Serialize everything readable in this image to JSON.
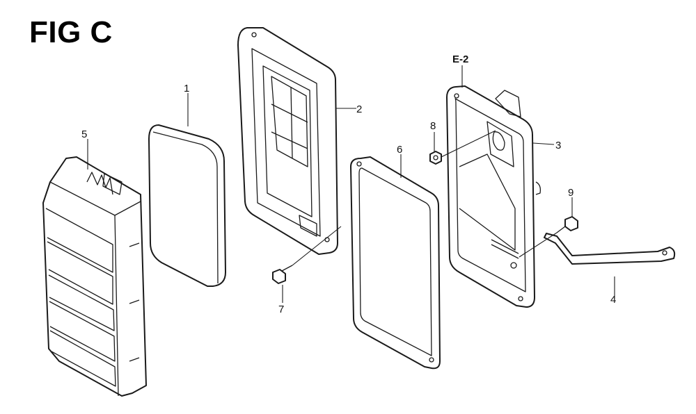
{
  "figure": {
    "title": "FIG C",
    "reference_label": "E-2",
    "callouts": [
      "1",
      "2",
      "3",
      "4",
      "5",
      "6",
      "7",
      "8",
      "9"
    ]
  }
}
